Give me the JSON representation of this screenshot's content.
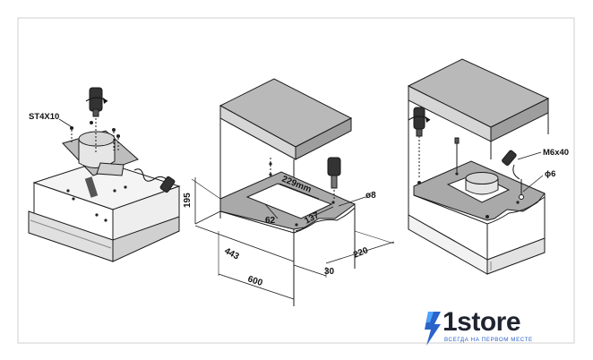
{
  "labels": {
    "screw_spec": "ST4X10",
    "cutout_width": "229mm",
    "cutout_depth": "137",
    "cutout_offset": "62",
    "hole_diameter": "ø8",
    "cabinet_height": "195",
    "cabinet_depth": "443",
    "cabinet_width": "600",
    "front_offset": "30",
    "rear_depth": "220",
    "bolt_spec": "M6x40",
    "bolt_diameter": "ϕ6"
  },
  "brand": {
    "name": "1store",
    "tagline": "ВСЕГДА НА ПЕРВОМ МЕСТЕ",
    "colors": {
      "accent": "#2b63c9",
      "text": "#1f2330"
    }
  },
  "colors": {
    "frame": "#cfcfcf",
    "line": "#1a1a1a",
    "panel_fill": "#b9b9b9",
    "light_fill": "#e9e9e9"
  }
}
